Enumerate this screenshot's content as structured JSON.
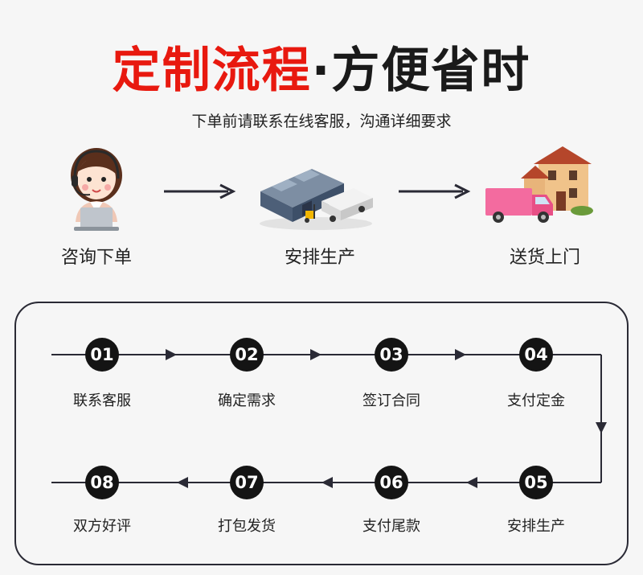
{
  "header": {
    "title_red": "定制流程",
    "title_black": "·方便省时",
    "subtitle": "下单前请联系在线客服，沟通详细要求"
  },
  "top_steps": [
    {
      "label": "咨询下单",
      "icon": "customer-service-icon"
    },
    {
      "label": "安排生产",
      "icon": "factory-icon"
    },
    {
      "label": "送货上门",
      "icon": "delivery-truck-icon"
    }
  ],
  "process": [
    {
      "num": "01",
      "label": "联系客服"
    },
    {
      "num": "02",
      "label": "确定需求"
    },
    {
      "num": "03",
      "label": "签订合同"
    },
    {
      "num": "04",
      "label": "支付定金"
    },
    {
      "num": "05",
      "label": "安排生产"
    },
    {
      "num": "06",
      "label": "支付尾款"
    },
    {
      "num": "07",
      "label": "打包发货"
    },
    {
      "num": "08",
      "label": "双方好评"
    }
  ],
  "colors": {
    "accent_red": "#e8190f",
    "node": "#141414",
    "line": "#2a2a35"
  }
}
